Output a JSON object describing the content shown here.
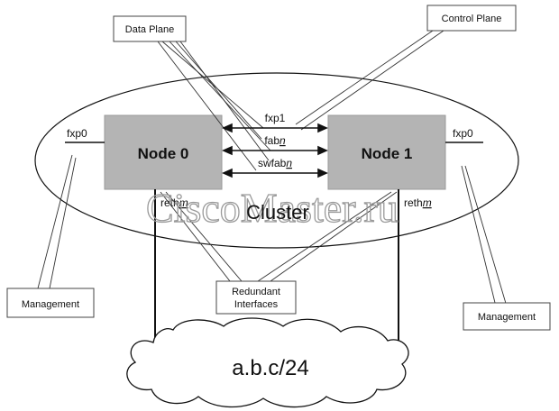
{
  "callouts": {
    "data_plane": "Data Plane",
    "control_plane": "Control Plane",
    "management_left": "Management",
    "management_right": "Management",
    "redundant_line1": "Redundant",
    "redundant_line2": "Interfaces"
  },
  "cluster": {
    "label": "Cluster"
  },
  "nodes": {
    "node0": "Node 0",
    "node1": "Node 1"
  },
  "links": {
    "fxp1": "fxp1",
    "fab_prefix": "fab",
    "fab_suffix": "n",
    "swfab_prefix": "swfab",
    "swfab_suffix": "n"
  },
  "interfaces": {
    "fxp0_left": "fxp0",
    "fxp0_right": "fxp0",
    "reth_left_prefix": "reth",
    "reth_left_suffix": "m",
    "reth_right_prefix": "reth",
    "reth_right_suffix": "m"
  },
  "network": {
    "label": "a.b.c/24"
  },
  "watermark": "CiscoMaster.ru",
  "colors": {
    "node_fill": "#b4b4b4",
    "line": "#111111",
    "watermark": "#9a9a9a"
  }
}
